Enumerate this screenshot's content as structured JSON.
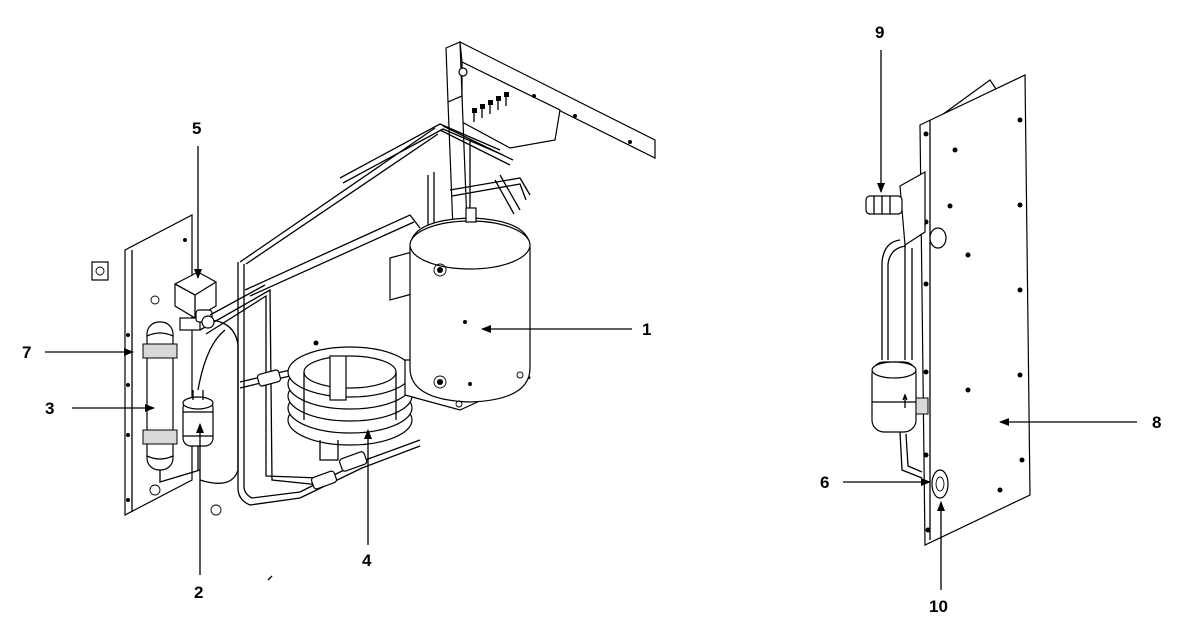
{
  "figure": {
    "callouts": [
      {
        "id": "c1",
        "label": "1"
      },
      {
        "id": "c2",
        "label": "2"
      },
      {
        "id": "c3",
        "label": "3"
      },
      {
        "id": "c4",
        "label": "4"
      },
      {
        "id": "c5",
        "label": "5"
      },
      {
        "id": "c6",
        "label": "6"
      },
      {
        "id": "c7",
        "label": "7"
      },
      {
        "id": "c8",
        "label": "8"
      },
      {
        "id": "c9",
        "label": "9"
      },
      {
        "id": "c10",
        "label": "10"
      }
    ]
  },
  "colors": {
    "line": "#000000",
    "background": "#ffffff",
    "shade": "#d9d9d9"
  }
}
